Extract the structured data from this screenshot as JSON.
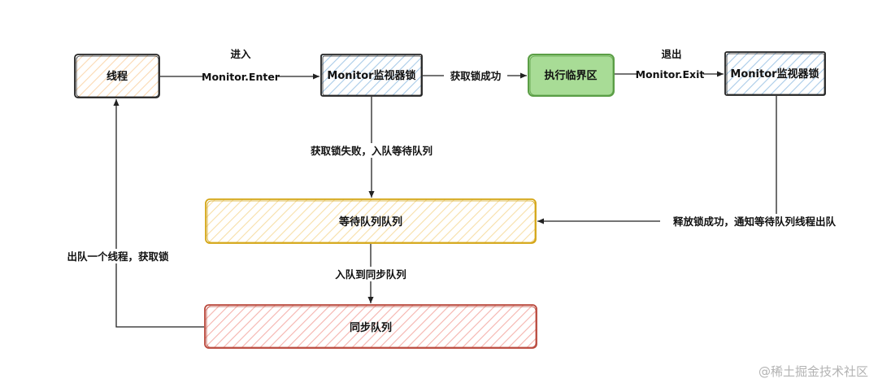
{
  "nodes": {
    "thread": {
      "label": "线程",
      "fill": "#fbd9b3",
      "stroke": "#222222"
    },
    "monitor_enter": {
      "label": "Monitor监视器锁",
      "fill": "#a9cbe8",
      "stroke": "#222222"
    },
    "critical": {
      "label": "执行临界区",
      "fill": "#8fd17d",
      "stroke": "#5b9e46",
      "solid": "#a8dc96"
    },
    "monitor_exit": {
      "label": "Monitor监视器锁",
      "fill": "#a9cbe8",
      "stroke": "#222222"
    },
    "wait_queue": {
      "label": "等待队列队列",
      "fill": "#f7dfa8",
      "stroke": "#d4a514"
    },
    "sync_queue": {
      "label": "同步队列",
      "fill": "#f5b3ad",
      "stroke": "#b9473b"
    }
  },
  "edges": {
    "enter_top": "进入",
    "enter_bottom": "Monitor.Enter",
    "acquire_success": "获取锁成功",
    "exit_top": "退出",
    "exit_bottom": "Monitor.Exit",
    "acquire_fail": "获取锁失败，入队等待队列",
    "release_success": "释放锁成功，通知等待队列线程出队",
    "to_sync": "入队到同步队列",
    "dequeue": "出队一个线程，获取锁"
  },
  "watermark": "@稀土掘金技术社区"
}
